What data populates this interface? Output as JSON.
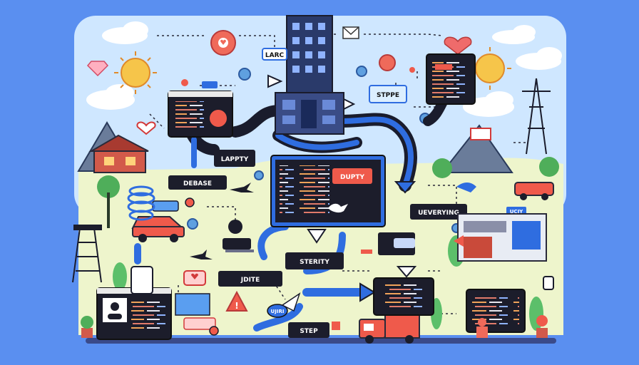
{
  "labels": {
    "larc": "LARC",
    "stype": "STPPE",
    "lapty": "LAPPTY",
    "debase": "DEBASE",
    "dupty": "DUPTY",
    "uevering": "UEVERYING",
    "sterity": "STERITY",
    "jdite": "JDITE",
    "step": "STEP",
    "ujiri": "UJIRI",
    "ucjy": "UCJY"
  },
  "colors": {
    "background": "#5a8ff0",
    "sky": "#c8e4ff",
    "ground": "#eef4c8",
    "screen": "#1c1d2b",
    "accent_red": "#ef5a4b",
    "path_blue": "#2f6de0"
  }
}
